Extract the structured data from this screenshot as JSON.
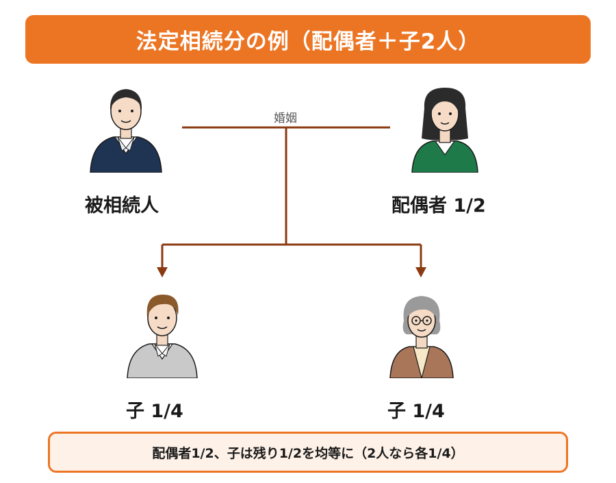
{
  "title": "法定相続分の例（配偶者＋子2人）",
  "marriage_label": "婚姻",
  "people": {
    "decedent": {
      "label": "被相続人",
      "shirt_color": "#1f3352",
      "hair_color": "#2b2b2b"
    },
    "spouse": {
      "label": "配偶者 1/2",
      "shirt_color": "#1f7a4a",
      "hair_color": "#2b2b2b"
    },
    "child1": {
      "label": "子 1/4",
      "shirt_color": "#c9c9c9",
      "hair_color": "#8a5a2b"
    },
    "child2": {
      "label": "子 1/4",
      "shirt_color": "#a9765a",
      "hair_color": "#9a9a9a"
    }
  },
  "footer": "配偶者1/2、子は残り1/2を均等に（2人なら各1/4）",
  "colors": {
    "accent": "#ec7524",
    "line": "#8b3a10",
    "footer_bg": "#fdf1e8"
  }
}
